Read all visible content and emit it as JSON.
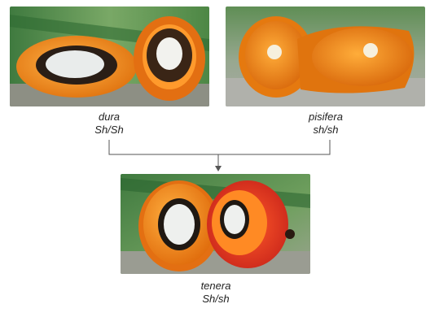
{
  "panels": {
    "dura": {
      "name": "dura",
      "genotype": "Sh/Sh"
    },
    "pisifera": {
      "name": "pisifera",
      "genotype": "sh/sh"
    },
    "tenera": {
      "name": "tenera",
      "genotype": "Sh/sh"
    }
  },
  "colors": {
    "mesocarp": "#f08a1c",
    "shell": "#2a1e16",
    "kernel": "#e9eceb",
    "background_green": "#4f8a4a",
    "arrow": "#555555"
  }
}
